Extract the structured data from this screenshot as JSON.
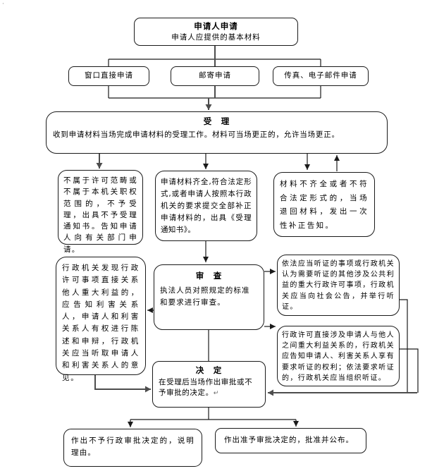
{
  "page": {
    "corner_mark": "·"
  },
  "colors": {
    "thin": "#1a1a1a",
    "thick": "#4d4d4d"
  },
  "nodes": {
    "apply": {
      "title": "申请人申请",
      "body": "申请人应提供的基本材料"
    },
    "m1": {
      "label": "窗口直接申请"
    },
    "m2": {
      "label": "邮寄申请"
    },
    "m3": {
      "label": "传真、电子邮件申请"
    },
    "accept": {
      "title": "受　理",
      "body": "收到申请材料当场完成申请材料的受理工作。材料可当场更正的，允许当场更正。"
    },
    "o1": {
      "body": "不属于许可范畴或不属于本机关职权范围的，不予受理，出具不予受理通知书。告知申请人向有关部门申请。"
    },
    "o2": {
      "body": "申请材料齐全,符合法定形式,或者申请人按照本行政机关的要求提交全部补正申请材料的，出具《受理通知书》。"
    },
    "o3": {
      "body": "材料不齐全或者不符合法定形式的，当场退回材料，发出一次性补正告知。"
    },
    "notify": {
      "body": "行政机关发现行政许可事项直接关系他人重大利益的，应告知利害关系人，申请人和利害关系人有权进行陈述和申辩，行政机关应当听取申请人和利害关系人的意见。"
    },
    "review": {
      "title": "审　查",
      "body": "执法人员对照规定的标准和要求进行审查。"
    },
    "hearing1": {
      "body": "依法应当听证的事项或行政机关认为需要听证的其他涉及公共利益的重大行政许可事项，行政机关应当向社会公告，并举行听证。"
    },
    "hearing2": {
      "body": "行政许可直接涉及申请人与他人之间重大利益关系的，行政机关应告知申请人、利害关系人享有要求听证的权利；依法要求听证的，行政机关应当组织听证。"
    },
    "decision": {
      "title": "决　定",
      "body": "在受理后当场作出审批或不予审批的决定。",
      "mark": "↵"
    },
    "deny": {
      "body": "作出不予行政审批决定的，说明理由。"
    },
    "approve": {
      "body": "作出准予审批决定的，批准并公布。"
    }
  }
}
